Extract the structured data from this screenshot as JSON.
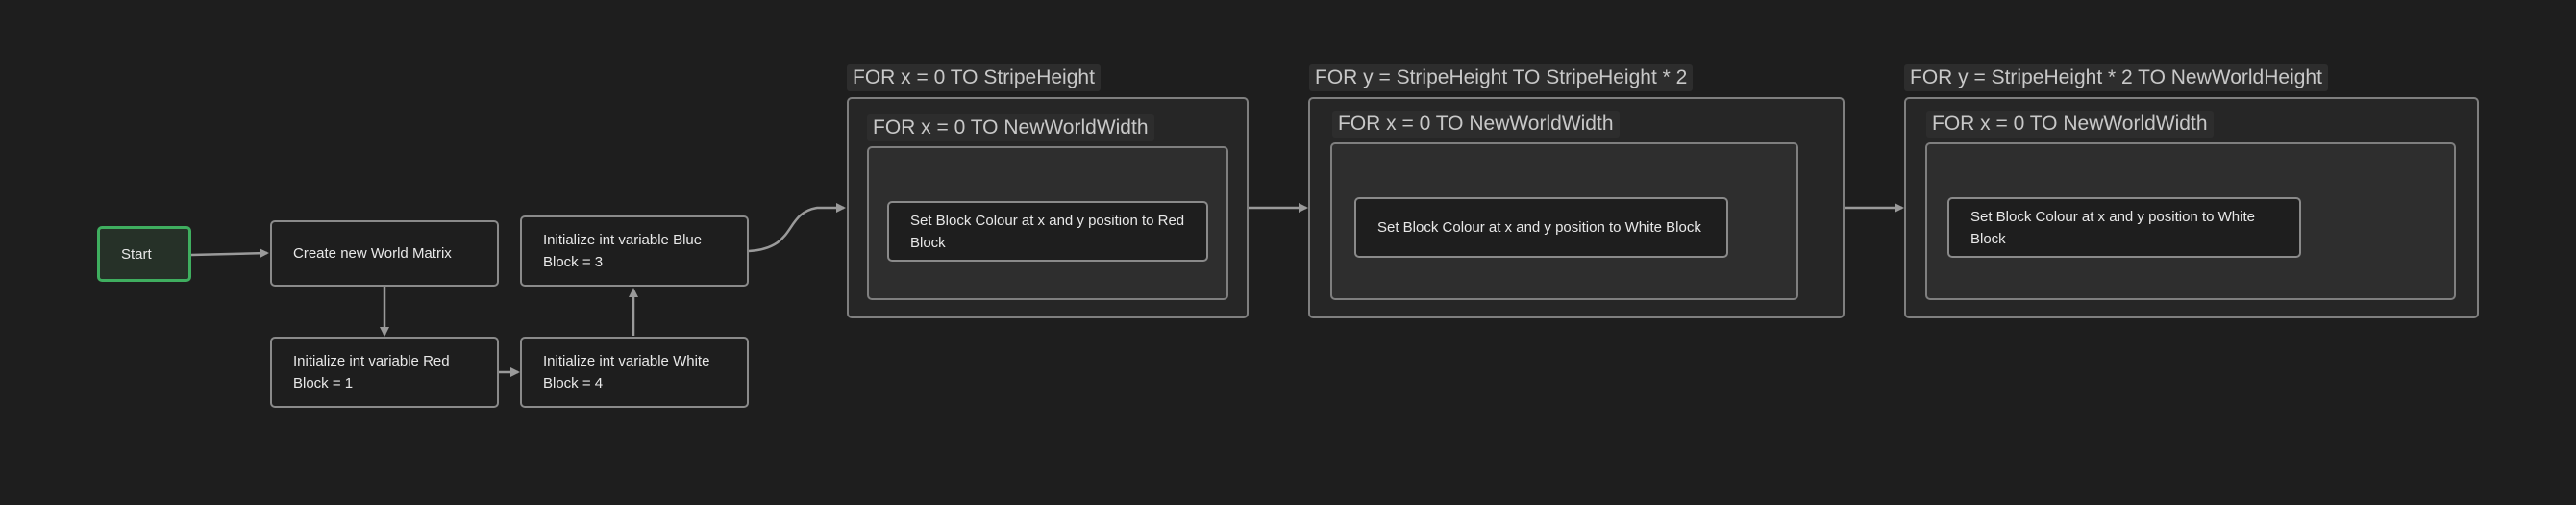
{
  "diagram": {
    "nodes": {
      "start": "Start",
      "create_world": "Create new World Matrix",
      "init_red": "Initialize int variable Red Block = 1",
      "init_white": "Initialize int variable White Block = 4",
      "init_blue": "Initialize int variable Blue Block = 3"
    },
    "groups": [
      {
        "outer_label": "FOR x = 0 TO StripeHeight",
        "inner_label": "FOR x = 0 TO NewWorldWidth",
        "action": "Set Block Colour at x and y position to Red Block"
      },
      {
        "outer_label": "FOR y = StripeHeight TO StripeHeight * 2",
        "inner_label": "FOR x = 0 TO NewWorldWidth",
        "action": "Set Block Colour at x and y position to White Block"
      },
      {
        "outer_label": "FOR y = StripeHeight * 2 TO NewWorldHeight",
        "inner_label": "FOR x = 0 TO NewWorldWidth",
        "action": "Set Block Colour at x and y position to White Block"
      }
    ]
  },
  "colors": {
    "background": "#1e1e1e",
    "node_border": "#8a8a8a",
    "start_border": "#3fae5f",
    "edge": "#9a9a9a",
    "group_label_bg": "#2d2d2d"
  }
}
